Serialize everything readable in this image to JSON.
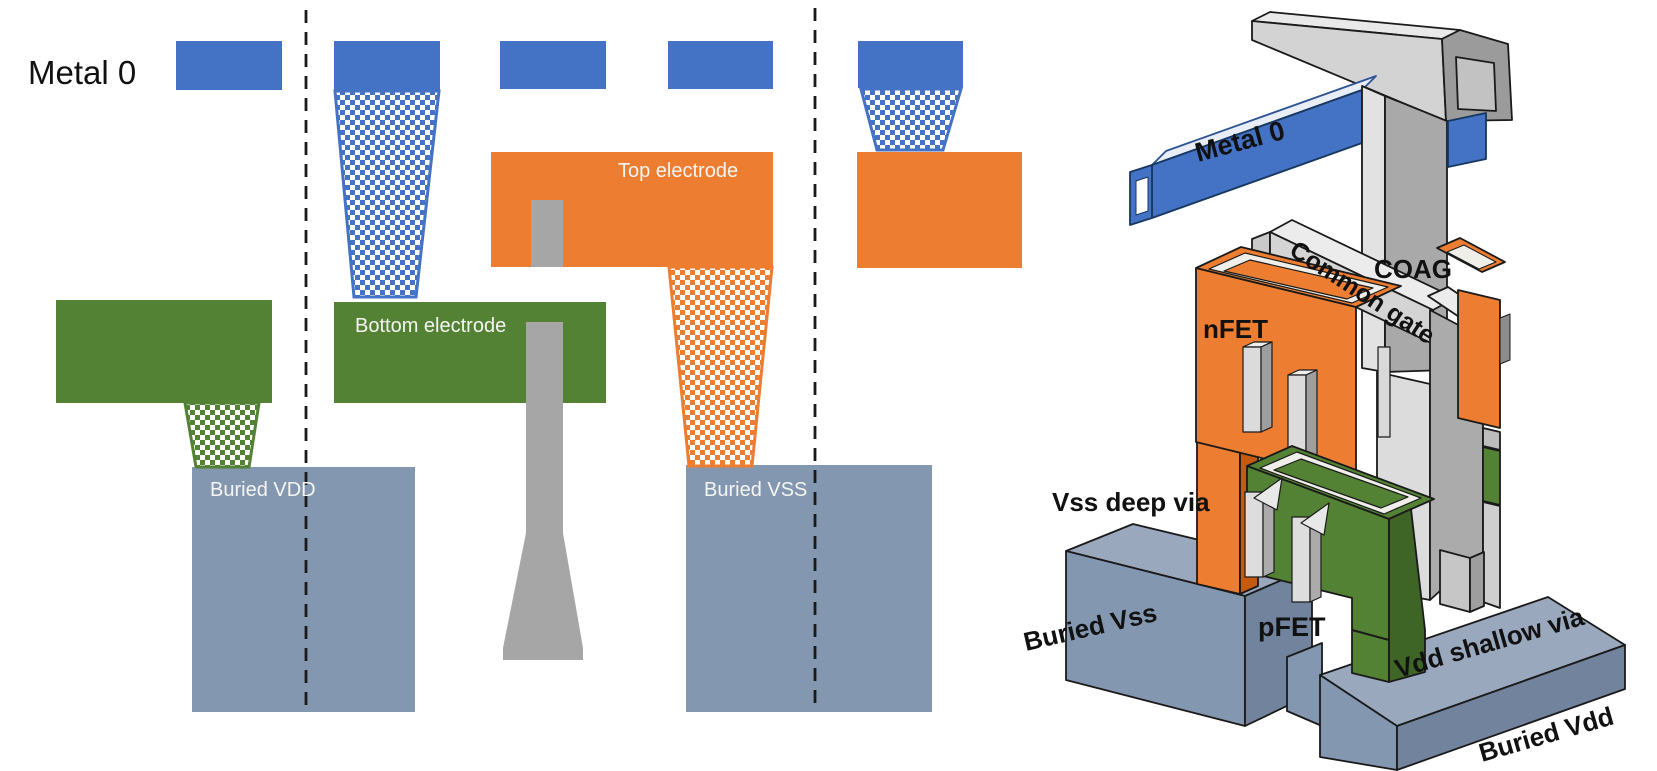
{
  "title": "CFET buried rail cross-section and 3D view",
  "colors": {
    "metal0_blue": "#4472C4",
    "electrode_orange": "#ED7D31",
    "electrode_green": "#548235",
    "buried_rail_bluegray": "#8497B0",
    "gate_gray": "#A6A6A6"
  },
  "cross_section": {
    "metal0": "Metal 0",
    "top_electrode": "Top electrode",
    "bottom_electrode": "Bottom electrode",
    "buried_vdd": "Buried VDD",
    "buried_vss": "Buried VSS"
  },
  "iso_view": {
    "metal0": "Metal 0",
    "coag": "COAG",
    "common_gate": "Common gate",
    "nfet": "nFET",
    "pfet": "pFET",
    "vss_deep_via": "Vss deep via",
    "buried_vss": "Buried Vss",
    "vdd_shallow_via": "Vdd shallow via",
    "buried_vdd": "Buried Vdd"
  }
}
